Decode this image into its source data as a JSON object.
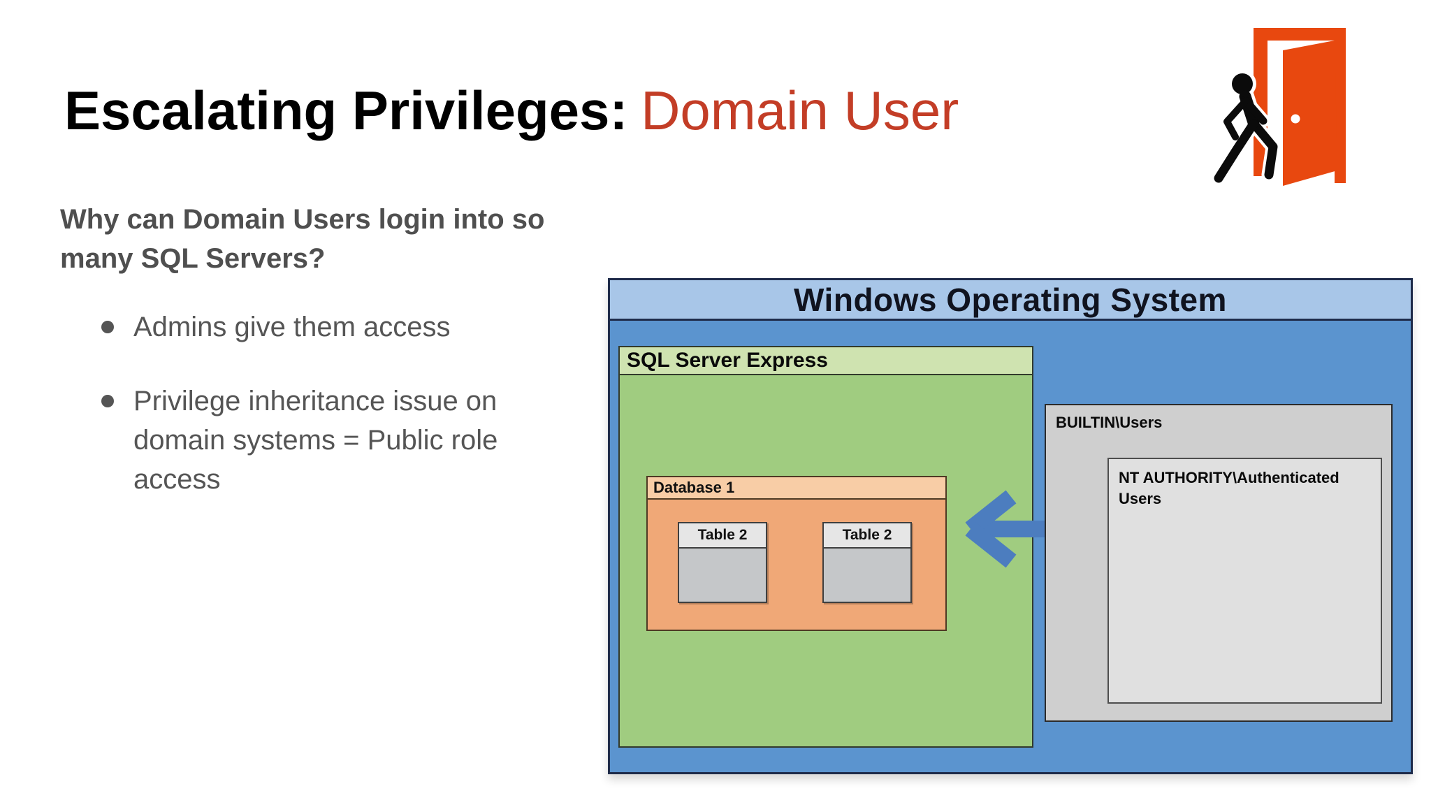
{
  "slide": {
    "title_black": "Escalating Privileges:",
    "title_red": "Domain User",
    "question": "Why can Domain Users login into so many SQL Servers?",
    "bullets": [
      "Admins give them access",
      "Privilege inheritance issue on domain systems = Public role access"
    ]
  },
  "diagram": {
    "os_label": "Windows Operating System",
    "sql_label": "SQL Server Express",
    "db_label": "Database 1",
    "tables": [
      "Table 2",
      "Table 2"
    ],
    "builtin_label": "BUILTIN\\Users",
    "nt_label": "NT AUTHORITY\\Authenticated Users"
  },
  "icons": {
    "door": "exit-door-icon",
    "arrow": "left-arrow-icon"
  },
  "colors": {
    "title_red": "#c33d26",
    "door_orange": "#e8480f",
    "os_body_blue": "#5b94cf",
    "os_header_blue": "#a8c6e8",
    "sql_body_green": "#a0cc80",
    "sql_header_green": "#cfe3b0",
    "db_body_orange": "#f0a877",
    "db_header_orange": "#f8cda6",
    "table_header_gray": "#e6e6e6",
    "table_body_gray": "#c5c7c9",
    "builtin_gray": "#cfcfcf",
    "nt_gray": "#e0e0e0",
    "arrow_blue": "#4c7dbf",
    "body_text_gray": "#555555"
  }
}
